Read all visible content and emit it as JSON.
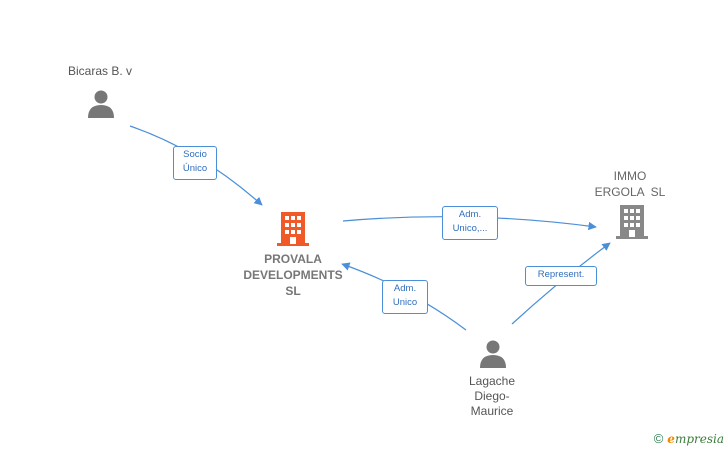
{
  "colors": {
    "edge": "#4a8fd8",
    "person_icon": "#777777",
    "company_main": "#f05a28",
    "company_other": "#888888"
  },
  "nodes": {
    "bicaras": {
      "label": "Bicaras B. v",
      "icon": "person-icon"
    },
    "provala": {
      "label_lines": [
        "PROVALA",
        "DEVELOPMENTS",
        "SL"
      ],
      "icon": "building-icon"
    },
    "immo": {
      "label_lines": [
        "IMMO",
        "ERGOLA  SL"
      ],
      "icon": "building-icon"
    },
    "lagache": {
      "label_lines": [
        "Lagache",
        "Diego-",
        "Maurice"
      ],
      "icon": "person-icon"
    }
  },
  "edges": [
    {
      "from": "bicaras",
      "to": "provala",
      "label_lines": [
        "Socio",
        "Único"
      ]
    },
    {
      "from": "provala",
      "to": "immo",
      "label_lines": [
        "Adm.",
        "Unico,..."
      ]
    },
    {
      "from": "lagache",
      "to": "provala",
      "label_lines": [
        "Adm.",
        "Unico"
      ]
    },
    {
      "from": "lagache",
      "to": "immo",
      "label_lines": [
        "Represent."
      ]
    }
  ],
  "footer": {
    "copyright": "©",
    "brand_initial": "e",
    "brand_rest": "mpresia"
  }
}
